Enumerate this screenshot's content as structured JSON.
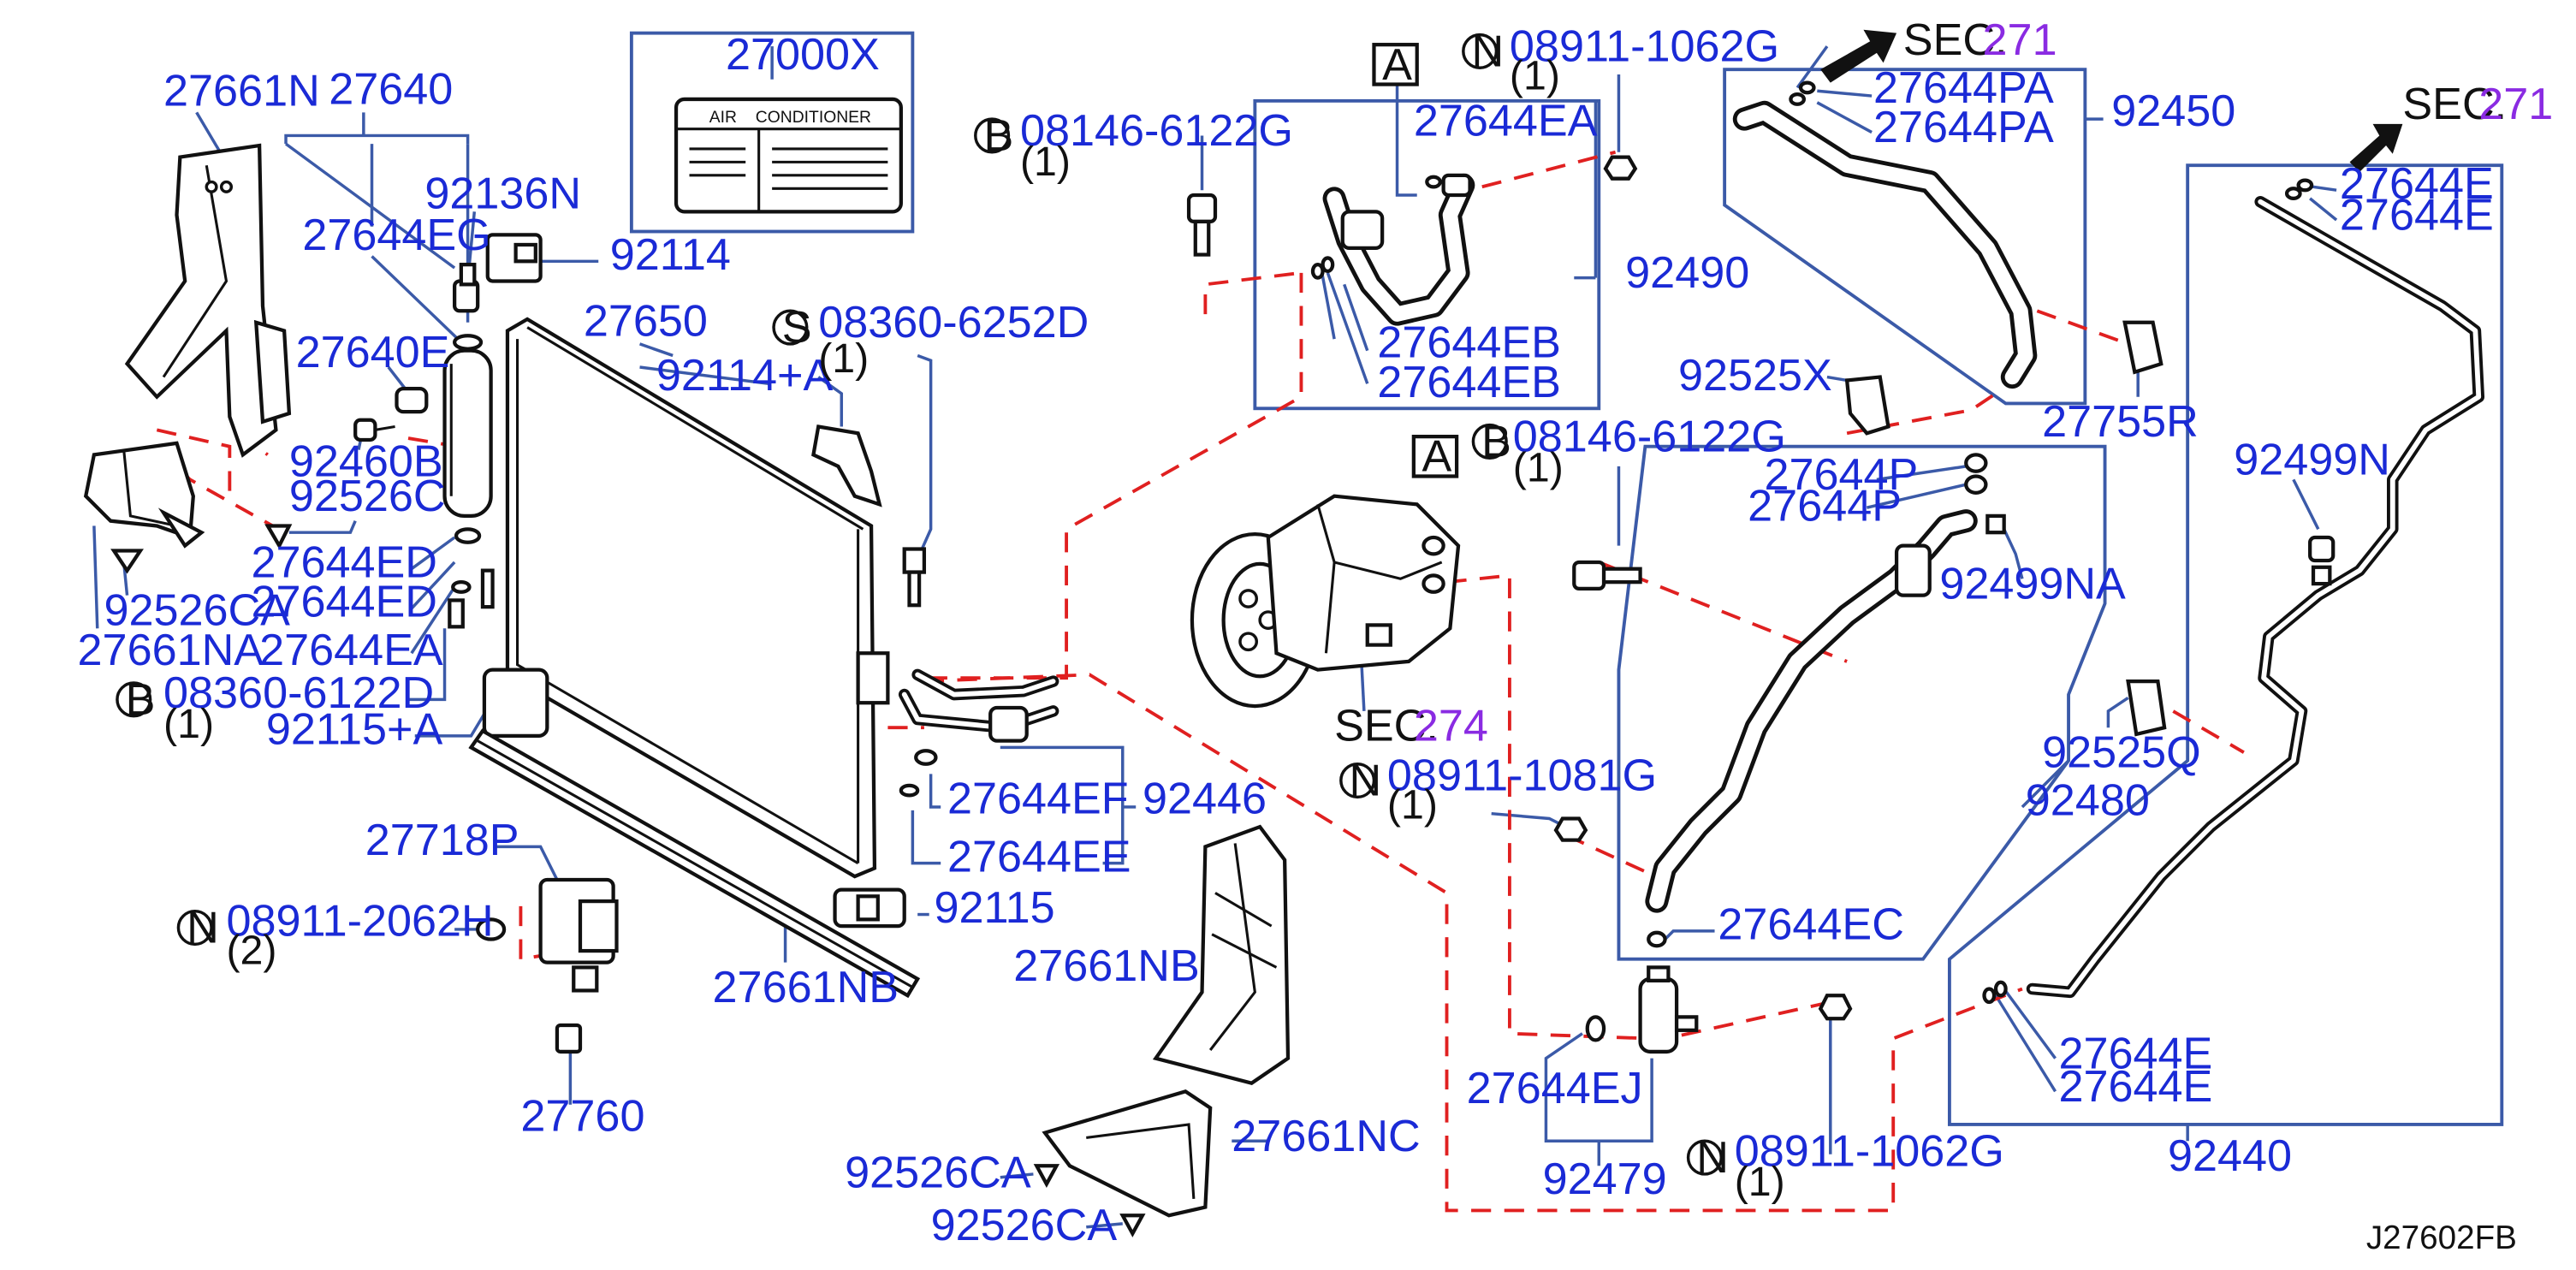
{
  "diagram_id": "J27602FB",
  "labels": {
    "l27661N": "27661N",
    "l27640": "27640",
    "l92136N": "92136N",
    "l92114": "92114",
    "l27644EG": "27644EG",
    "l27640E": "27640E",
    "l92460B": "92460B",
    "l92526C": "92526C",
    "l27644ED_a": "27644ED",
    "l27644ED_b": "27644ED",
    "l27644EA_left": "27644EA",
    "l92526CA_left": "92526CA",
    "l27661NA": "27661NA",
    "l08360_6122D": "08360-6122D",
    "l92115A": "92115+A",
    "l27650": "27650",
    "l92114A": "92114+A",
    "l08360_6252D": "08360-6252D",
    "l27644EF": "27644EF",
    "l92446": "92446",
    "l27644EE": "27644EE",
    "l92115": "92115",
    "l27718P": "27718P",
    "l08911_2062H": "08911-2062H",
    "l27661NB_left": "27661NB",
    "l27760": "27760",
    "l27000X": "27000X",
    "l08146_6122G_top": "08146-6122G",
    "l27644EA": "27644EA",
    "l08911_1062G_top": "08911-1062G",
    "l92490": "92490",
    "l27644EB_a": "27644EB",
    "l27644EB_b": "27644EB",
    "l08146_6122G_mid": "08146-6122G",
    "l08911_1081G": "08911-1081G",
    "l27661NB_right": "27661NB",
    "l27661NC": "27661NC",
    "l92526CA_a": "92526CA",
    "l92526CA_b": "92526CA",
    "l27644PA_a": "27644PA",
    "l27644PA_b": "27644PA",
    "l92450": "92450",
    "l92525X": "92525X",
    "l27755R": "27755R",
    "l27644P_a": "27644P",
    "l27644P_b": "27644P",
    "l92499NA": "92499NA",
    "l92480": "92480",
    "l27644EC": "27644EC",
    "l27644EJ": "27644EJ",
    "l92479": "92479",
    "l08911_1062G_bot": "08911-1062G",
    "l27644E_a": "27644E",
    "l27644E_b": "27644E",
    "l92499N": "92499N",
    "l92525Q": "92525Q",
    "l27644E_c": "27644E",
    "l27644E_d": "27644E",
    "l92440": "92440"
  },
  "prefixes": {
    "B": "B",
    "N": "N",
    "S": "S"
  },
  "quantities": {
    "q1": "(1)",
    "q2": "(2)"
  },
  "box_markers": {
    "A": "A"
  },
  "sections": {
    "sec": "SEC.",
    "n271": "271",
    "n274": "274"
  },
  "caution_label": {
    "left": "AIR",
    "right": "CONDITIONER"
  },
  "colors": {
    "label_blue": "#1a2ad6",
    "leader_blue": "#3b5aa8",
    "dashed_red": "#e02020",
    "section_purple": "#8a2be2",
    "line_black": "#111111"
  }
}
